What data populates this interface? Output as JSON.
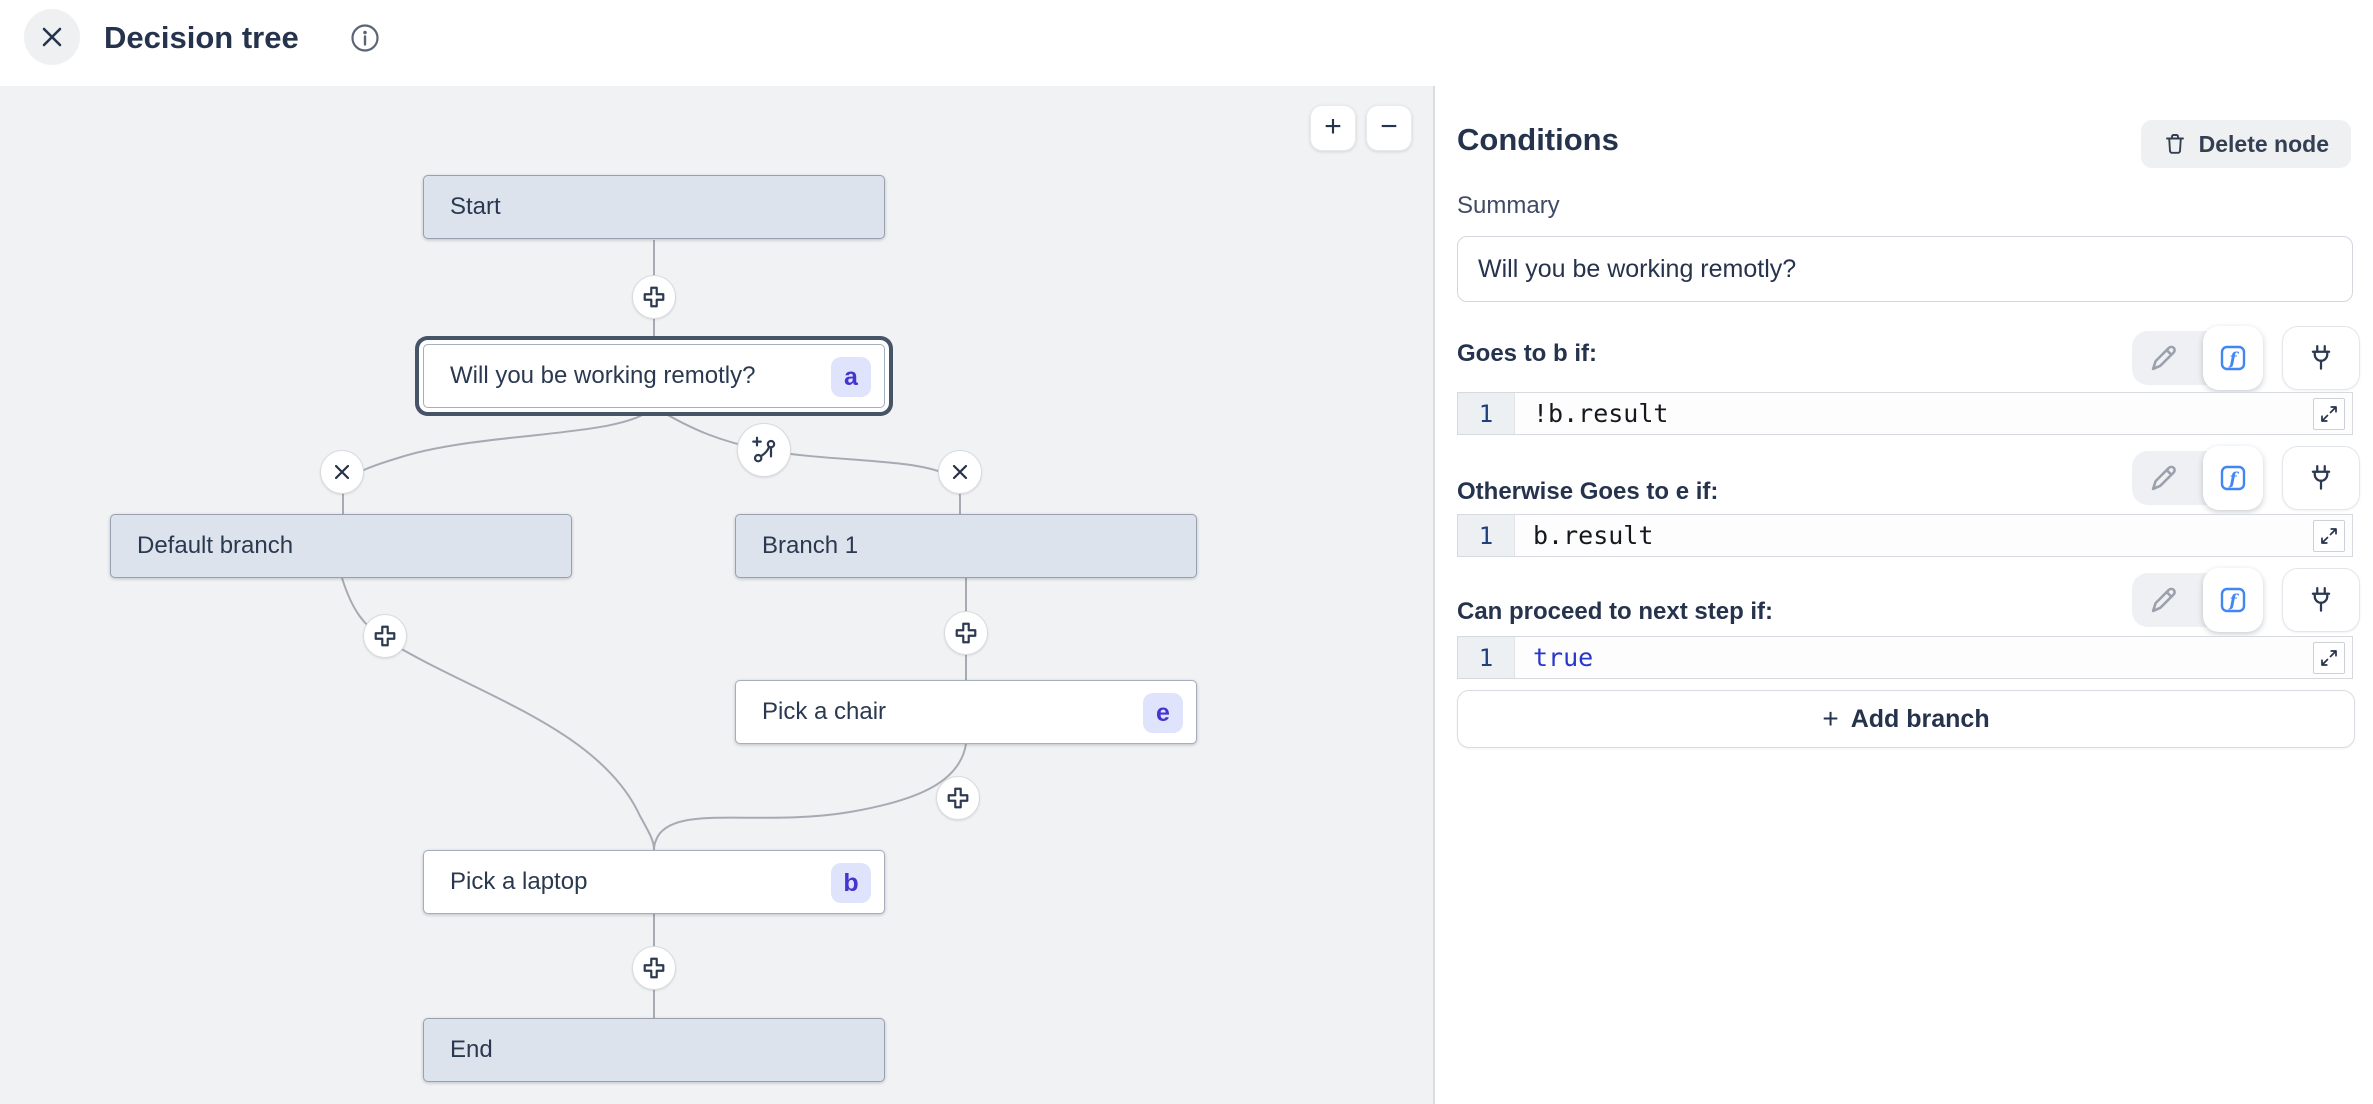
{
  "header": {
    "title": "Decision tree"
  },
  "canvas": {
    "zoom_in": "+",
    "zoom_out": "−",
    "nodes": {
      "start": {
        "label": "Start"
      },
      "question": {
        "label": "Will you be working remotly?",
        "badge": "a"
      },
      "default_branch": {
        "label": "Default branch"
      },
      "branch1": {
        "label": "Branch 1"
      },
      "chair": {
        "label": "Pick a chair",
        "badge": "e"
      },
      "laptop": {
        "label": "Pick a laptop",
        "badge": "b"
      },
      "end": {
        "label": "End"
      }
    }
  },
  "panel": {
    "title": "Conditions",
    "delete_label": "Delete node",
    "summary_label": "Summary",
    "summary_value": "Will you be working remotly?",
    "rules": [
      {
        "label": "Goes to b if:",
        "line": "1",
        "code": "!b.result"
      },
      {
        "label": "Otherwise Goes to e if:",
        "line": "1",
        "code": "b.result"
      },
      {
        "label": "Can proceed to next step if:",
        "line": "1",
        "code": "true"
      }
    ],
    "add_branch_label": "Add branch"
  },
  "colors": {
    "accent_blue": "#4186f5",
    "keyword_blue": "#2836cc",
    "node_fill": "#dde3ec",
    "badge_bg": "#dfe3fb",
    "badge_text": "#4335cf",
    "canvas_bg": "#f1f2f4"
  }
}
